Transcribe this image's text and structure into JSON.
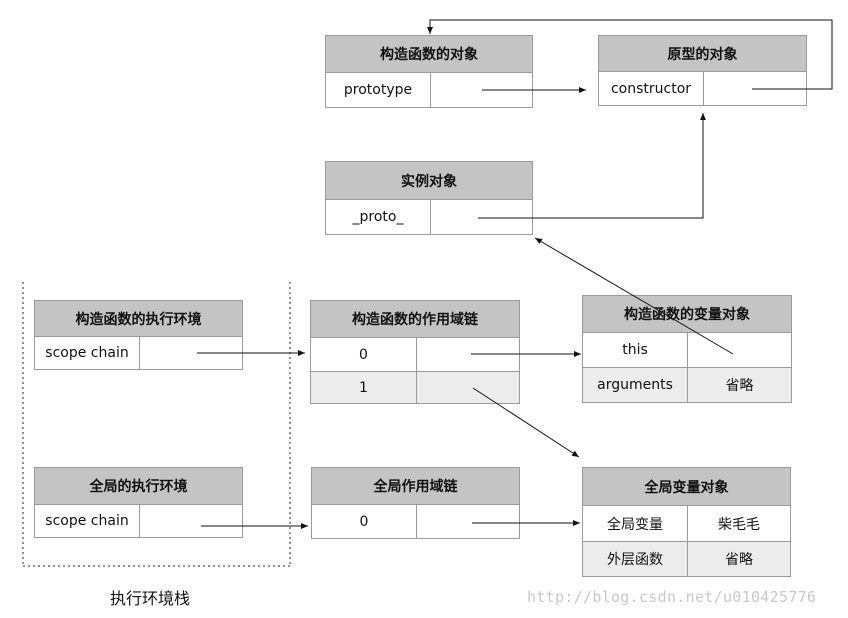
{
  "constructor_object": {
    "title": "构造函数的对象",
    "key": "prototype",
    "value": ""
  },
  "prototype_object": {
    "title": "原型的对象",
    "key": "constructor",
    "value": ""
  },
  "instance_object": {
    "title": "实例对象",
    "key": "_proto_",
    "value": ""
  },
  "ctor_exec_env": {
    "title": "构造函数的执行环境",
    "key": "scope chain",
    "value": ""
  },
  "ctor_scope_chain": {
    "title": "构造函数的作用域链",
    "rows": [
      {
        "index": "0",
        "value": ""
      },
      {
        "index": "1",
        "value": ""
      }
    ]
  },
  "ctor_var_object": {
    "title": "构造函数的变量对象",
    "rows": [
      {
        "key": "this",
        "value": ""
      },
      {
        "key": "arguments",
        "value": "省略"
      }
    ]
  },
  "global_exec_env": {
    "title": "全局的执行环境",
    "key": "scope chain",
    "value": ""
  },
  "global_scope_chain": {
    "title": "全局作用域链",
    "rows": [
      {
        "index": "0",
        "value": ""
      }
    ]
  },
  "global_var_object": {
    "title": "全局变量对象",
    "rows": [
      {
        "key": "全局变量",
        "value": "柴毛毛"
      },
      {
        "key": "外层函数",
        "value": "省略"
      }
    ]
  },
  "stack_label": "执行环境栈",
  "watermark": "http://blog.csdn.net/u010425776"
}
